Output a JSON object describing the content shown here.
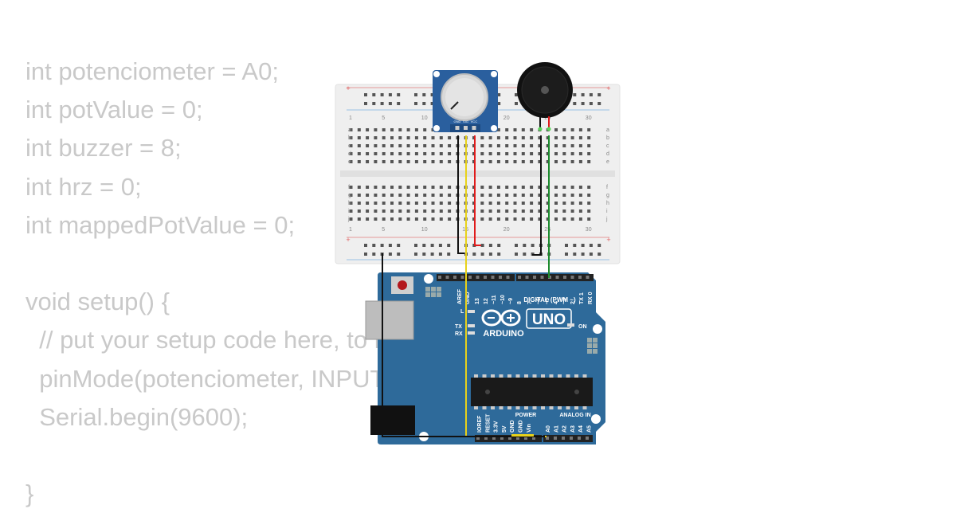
{
  "code": {
    "lines": [
      "int potenciometer = A0;",
      "int potValue = 0;",
      "int buzzer = 8;",
      "int hrz = 0;",
      "int mappedPotValue = 0;",
      "",
      "void setup() {",
      "  // put your setup code here, to run once:",
      "  pinMode(potenciometer, INPUT);",
      "  Serial.begin(9600);",
      "",
      "}"
    ]
  },
  "breadboard": {
    "column_numbers": [
      "1",
      "5",
      "10",
      "15",
      "20",
      "25",
      "30"
    ],
    "rows_top": [
      "a",
      "b",
      "c",
      "d",
      "e"
    ],
    "rows_bottom": [
      "f",
      "g",
      "h",
      "i",
      "j"
    ],
    "rail_symbol": "+"
  },
  "potentiometer": {
    "pins": [
      "GND",
      "SIG",
      "VCC"
    ]
  },
  "arduino": {
    "brand": "ARDUINO",
    "model": "UNO",
    "digital_label": "DIGITAL (PWM ~)",
    "power_label": "POWER",
    "analog_label": "ANALOG IN",
    "on_label": "ON",
    "l_label": "L",
    "tx_label": "TX",
    "rx_label": "RX",
    "digital_pins": [
      "AREF",
      "GND",
      "13",
      "12",
      "~11",
      "~10",
      "~9",
      "8",
      "7",
      "~6",
      "~5",
      "4",
      "~3",
      "2",
      "TX 1",
      "RX 0"
    ],
    "power_pins": [
      "IOREF",
      "RESET",
      "3.3V",
      "5V",
      "GND",
      "GND",
      "Vin"
    ],
    "analog_pins": [
      "A0",
      "A1",
      "A2",
      "A3",
      "A4",
      "A5"
    ]
  },
  "colors": {
    "board_blue": "#2e6a9a",
    "wire_red": "#e01b1b",
    "wire_black": "#111111",
    "wire_yellow": "#e8d21a",
    "wire_green": "#1c8a2e",
    "code_text": "#c9c9c9"
  }
}
